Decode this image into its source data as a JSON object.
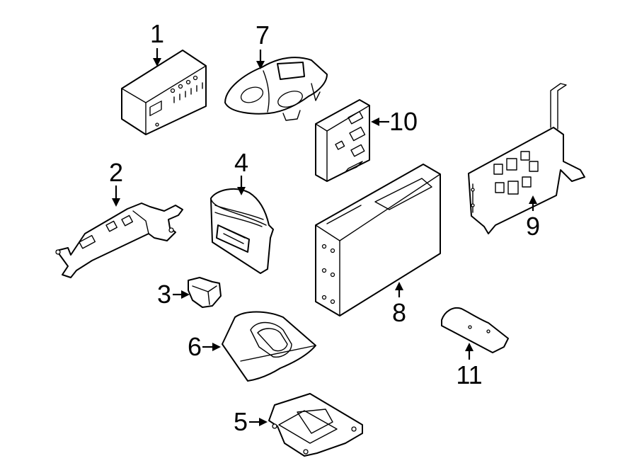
{
  "diagram": {
    "callouts": [
      {
        "id": "part-1",
        "label": "1"
      },
      {
        "id": "part-2",
        "label": "2"
      },
      {
        "id": "part-3",
        "label": "3"
      },
      {
        "id": "part-4",
        "label": "4"
      },
      {
        "id": "part-5",
        "label": "5"
      },
      {
        "id": "part-6",
        "label": "6"
      },
      {
        "id": "part-7",
        "label": "7"
      },
      {
        "id": "part-8",
        "label": "8"
      },
      {
        "id": "part-9",
        "label": "9"
      },
      {
        "id": "part-10",
        "label": "10"
      },
      {
        "id": "part-11",
        "label": "11"
      }
    ],
    "colors": {
      "line": "#000000",
      "background": "#ffffff"
    }
  }
}
